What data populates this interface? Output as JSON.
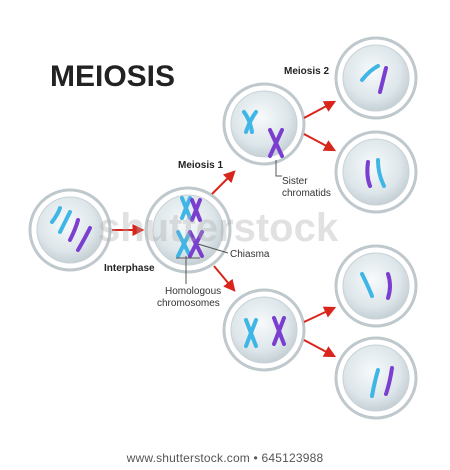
{
  "title": "MEIOSIS",
  "labels": {
    "meiosis1": "Meiosis 1",
    "meiosis2": "Meiosis 2",
    "interphase": "Interphase",
    "chiasma": "Chiasma",
    "homologous_line1": "Homologous",
    "homologous_line2": "chromosomes",
    "sister_line1": "Sister",
    "sister_line2": "chromatids"
  },
  "watermark": "shutterstock",
  "footer": "www.shutterstock.com • 645123988",
  "colors": {
    "arrow": "#d9261c",
    "chromosome_cyan": "#3fb6e6",
    "chromosome_purple": "#7b3fd0",
    "cell_fill": "#dfe8ec",
    "cell_rim": "#b9c3c8",
    "text": "#222222"
  }
}
